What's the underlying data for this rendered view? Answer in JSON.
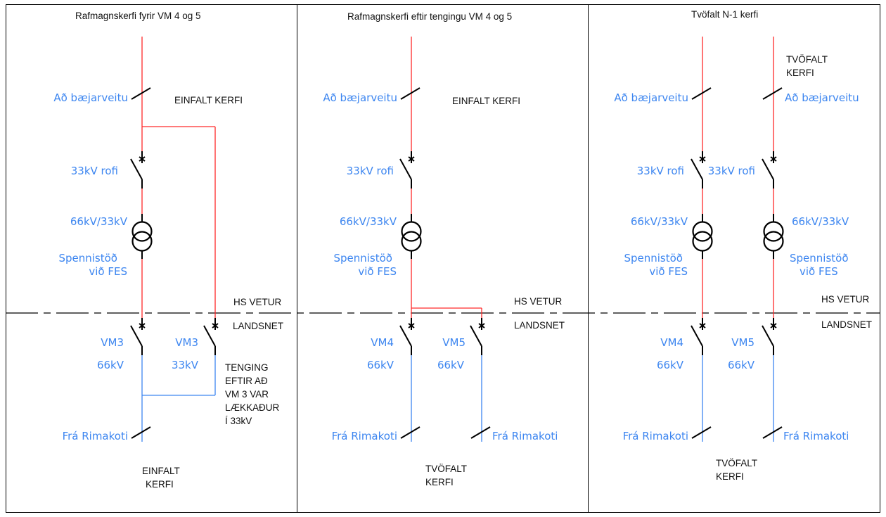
{
  "colors": {
    "hs_line": "#ff2a2a",
    "landsnet_line": "#3d86f0",
    "label": "#3d86f0",
    "symbol": "#000000"
  },
  "panels": [
    {
      "title": "Rafmagnskerfi fyrir VM 4 og 5",
      "feed_label": "Að bæjarveitu",
      "system_note": "EINFALT KERFI",
      "switch_label": "33kV rofi",
      "transformer_rating": "66kV/33kV",
      "station_line1": "Spennistöð",
      "station_line2": "við FES",
      "hs_label": "HS VETUR",
      "landsnet_label": "LANDSNET",
      "breaker1_name": "VM3",
      "breaker1_voltage": "66kV",
      "breaker2_name": "VM3",
      "breaker2_voltage": "33kV",
      "note_lines": [
        "TENGING",
        "EFTIR AÐ",
        "VM 3 VAR",
        "LÆKKAÐUR",
        "Í 33kV"
      ],
      "source_label": "Frá Rimakoti",
      "bottom_line1": "EINFALT",
      "bottom_line2": "KERFI"
    },
    {
      "title": "Rafmagnskerfi eftir tengingu VM 4 og 5",
      "feed_label": "Að bæjarveitu",
      "system_note": "EINFALT KERFI",
      "switch_label": "33kV rofi",
      "transformer_rating": "66kV/33kV",
      "station_line1": "Spennistöð",
      "station_line2": "við FES",
      "hs_label": "HS VETUR",
      "landsnet_label": "LANDSNET",
      "breaker1_name": "VM4",
      "breaker1_voltage": "66kV",
      "breaker2_name": "VM5",
      "breaker2_voltage": "66kV",
      "source_label": "Frá Rimakoti",
      "source2_label": "Frá Rimakoti",
      "bottom_line1": "TVÖFALT",
      "bottom_line2": "KERFI"
    },
    {
      "title": "Tvöfalt N-1 kerfi",
      "top_note1": "TVÖFALT",
      "top_note2": "KERFI",
      "feed_label": "Að bæjarveitu",
      "feed2_label": "Að bæjarveitu",
      "switch_label": "33kV rofi",
      "switch2_label": "33kV rofi",
      "transformer_rating": "66kV/33kV",
      "transformer2_rating": "66kV/33kV",
      "station_line1": "Spennistöð",
      "station_line2": "við FES",
      "station2_line1": "Spennistöð",
      "station2_line2": "við FES",
      "hs_label": "HS VETUR",
      "landsnet_label": "LANDSNET",
      "breaker1_name": "VM4",
      "breaker1_voltage": "66kV",
      "breaker2_name": "VM5",
      "breaker2_voltage": "66kV",
      "source_label": "Frá Rimakoti",
      "source2_label": "Frá Rimakoti",
      "bottom_line1": "TVÖFALT",
      "bottom_line2": "KERFI"
    }
  ]
}
